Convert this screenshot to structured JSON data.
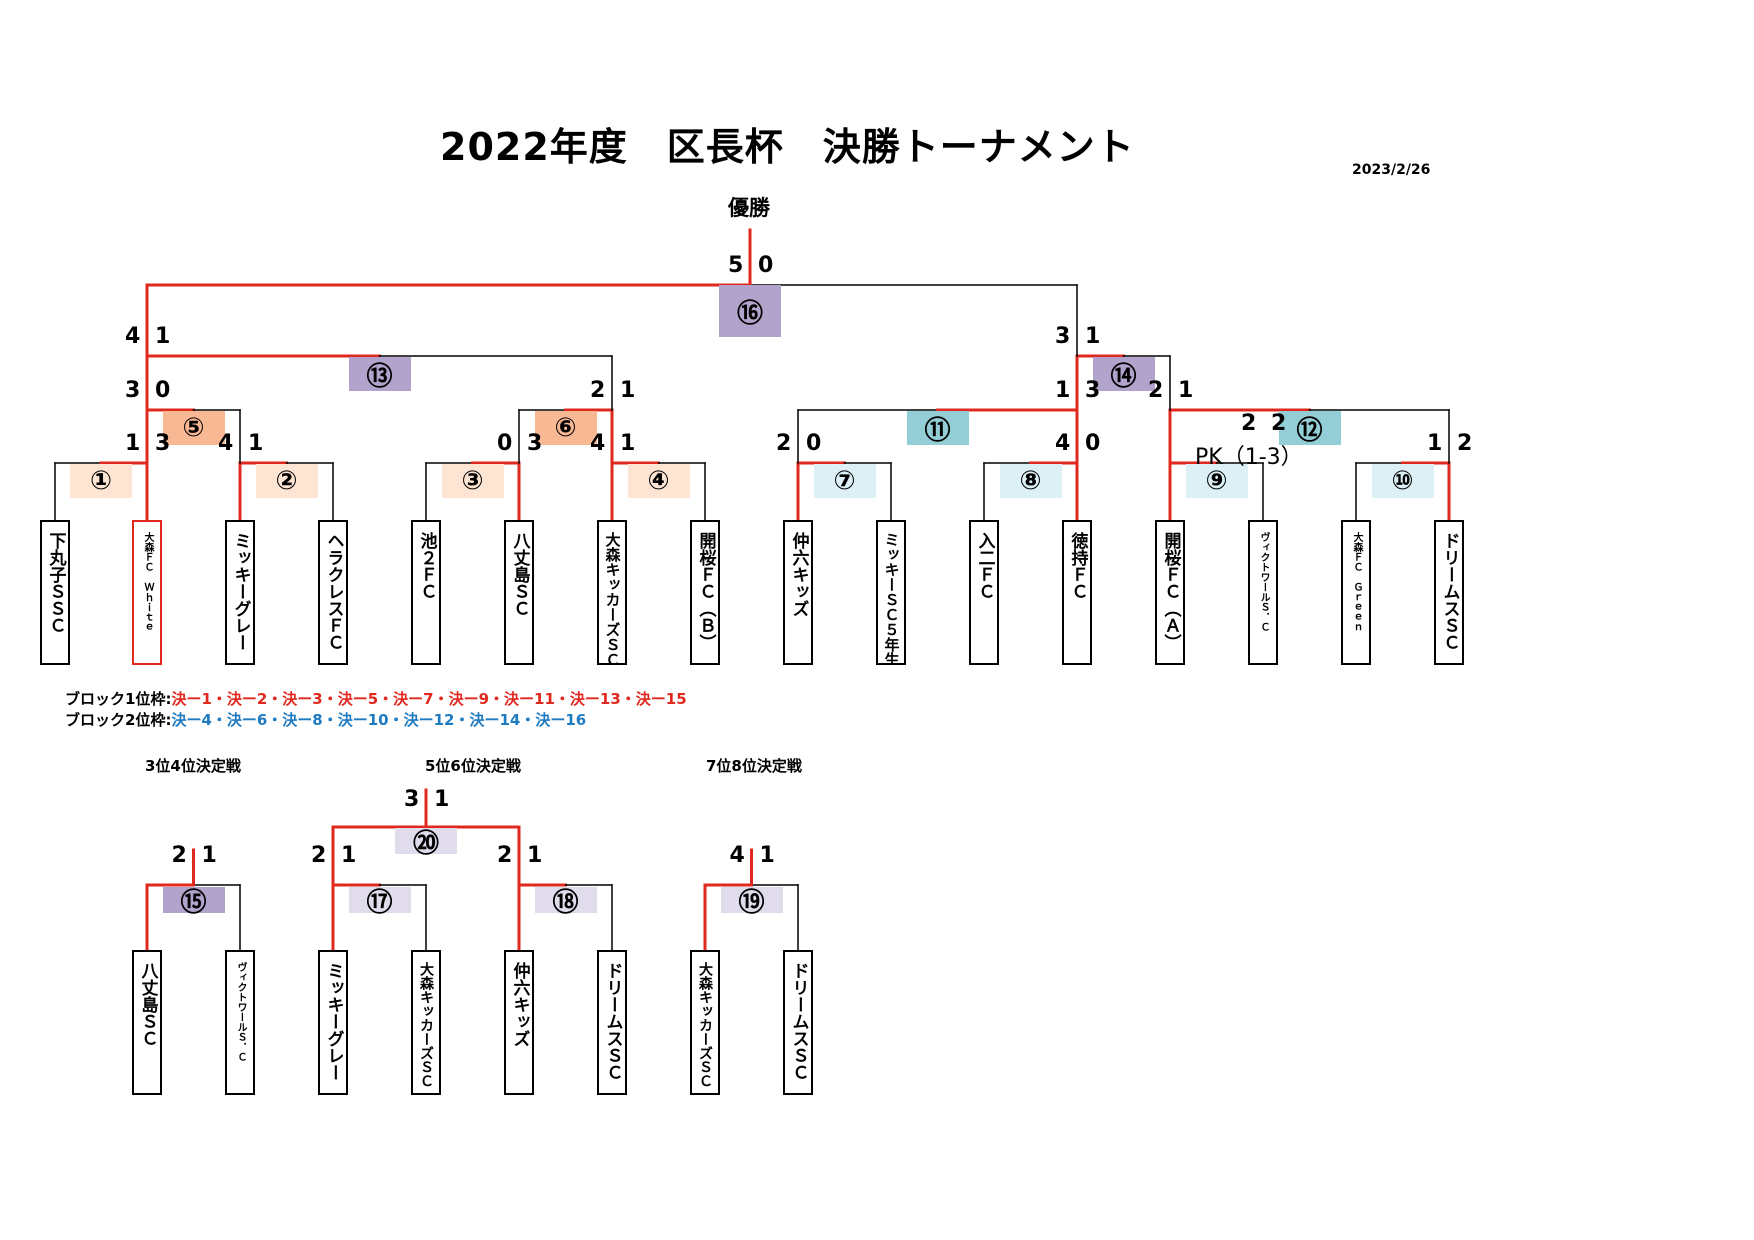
{
  "title": "2022年度　区長杯　決勝トーナメント",
  "date": "2023/2/26",
  "champion_label": "優勝",
  "colors": {
    "win_line": "#e0281e",
    "line": "#000000",
    "final_box": "#b1a3cb",
    "orange_box": "#f9b894",
    "peach_box": "#fde4d3",
    "teal_box": "#93cdd6",
    "lightblue_box": "#dcf0f5",
    "placement_final_box": "#e1dcec",
    "block1": "#e0281e",
    "block2": "#1f7bbf"
  },
  "legend": {
    "block1_label": "ブロック1位枠:",
    "block1_values": "決ー1・決ー2・決ー3・決ー5・決ー7・決ー9・決ー11・決ー13・決ー15",
    "block2_label": "ブロック2位枠:",
    "block2_values": "決ー4・決ー6・決ー8・決ー10・決ー12・決ー14・決ー16"
  },
  "placement_titles": {
    "third_fourth": "3位4位決定戦",
    "fifth_sixth": "5位6位決定戦",
    "seventh_eighth": "7位8位決定戦"
  },
  "teams": [
    "下丸子ＳＳＣ",
    "大森ＦＣ　Ｗｈｉｔｅ",
    "ミッキーグレー",
    "ヘラクレスＦＣ",
    "池２ＦＣ",
    "八丈島ＳＣ",
    "大森キッカーズＳＣ",
    "開桜ＦＣ（Ｂ）",
    "仲六キッズ",
    "ミッキーＳＣ５年生",
    "入二ＦＣ",
    "徳持ＦＣ",
    "開桜ＦＣ（Ａ）",
    "ヴィクトワールＳ．Ｃ",
    "大森ＦＣ　Ｇｒｅｅｎ",
    "ドリームスＳＣ"
  ],
  "placement_teams": [
    "八丈島ＳＣ",
    "ヴィクトワールＳ．Ｃ",
    "ミッキーグレー",
    "大森キッカーズＳＣ",
    "仲六キッズ",
    "ドリームスＳＣ",
    "大森キッカーズＳＣ",
    "ドリームスＳＣ"
  ],
  "matches": [
    {
      "num": "①",
      "left": "1",
      "right": "3"
    },
    {
      "num": "②",
      "left": "4",
      "right": "1"
    },
    {
      "num": "③",
      "left": "0",
      "right": "3"
    },
    {
      "num": "④",
      "left": "4",
      "right": "1"
    },
    {
      "num": "⑤",
      "left": "3",
      "right": "0"
    },
    {
      "num": "⑥",
      "left": "2",
      "right": "1"
    },
    {
      "num": "⑦",
      "left": "2",
      "right": "0"
    },
    {
      "num": "⑧",
      "left": "4",
      "right": "0"
    },
    {
      "num": "⑨",
      "left": "2",
      "right": "2",
      "pk": "PK（1-3）"
    },
    {
      "num": "⑩",
      "left": "1",
      "right": "2"
    },
    {
      "num": "⑪",
      "left": "1",
      "right": "3"
    },
    {
      "num": "⑫",
      "left": "2",
      "right": "1"
    },
    {
      "num": "⑬",
      "left": "4",
      "right": "1"
    },
    {
      "num": "⑭",
      "left": "3",
      "right": "1"
    },
    {
      "num": "⑮",
      "left": "2",
      "right": "1"
    },
    {
      "num": "⑯",
      "left": "5",
      "right": "0"
    },
    {
      "num": "⑰",
      "left": "2",
      "right": "1"
    },
    {
      "num": "⑱",
      "left": "2",
      "right": "1"
    },
    {
      "num": "⑲",
      "left": "4",
      "right": "1"
    },
    {
      "num": "⑳",
      "left": "3",
      "right": "1"
    }
  ]
}
